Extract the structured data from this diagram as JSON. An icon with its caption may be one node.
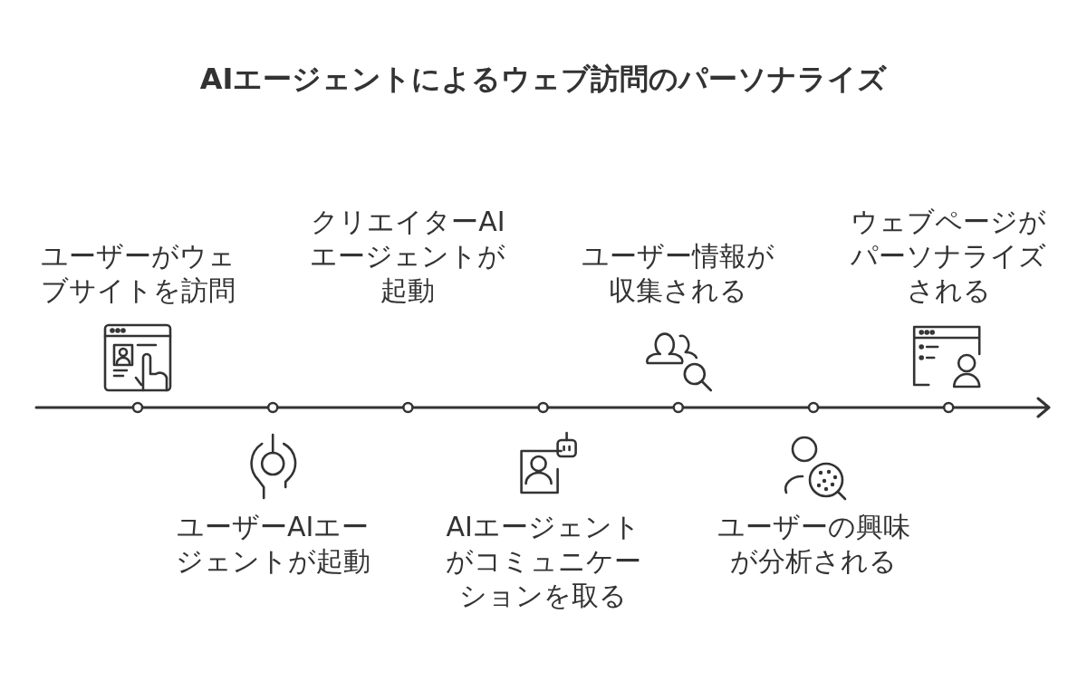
{
  "diagram": {
    "title": "AIエージェントによるウェブ訪問のパーソナライズ",
    "labels": [
      "ユーザーがウェブサイトを訪問",
      "ユーザーAIエージェントが起動",
      "クリエイターAIエージェントが起動",
      "AIエージェントがコミュニケーションを取る",
      "ユーザー情報が収集される",
      "ユーザーの興味が分析される",
      "ウェブページがパーソナライズされる"
    ]
  }
}
